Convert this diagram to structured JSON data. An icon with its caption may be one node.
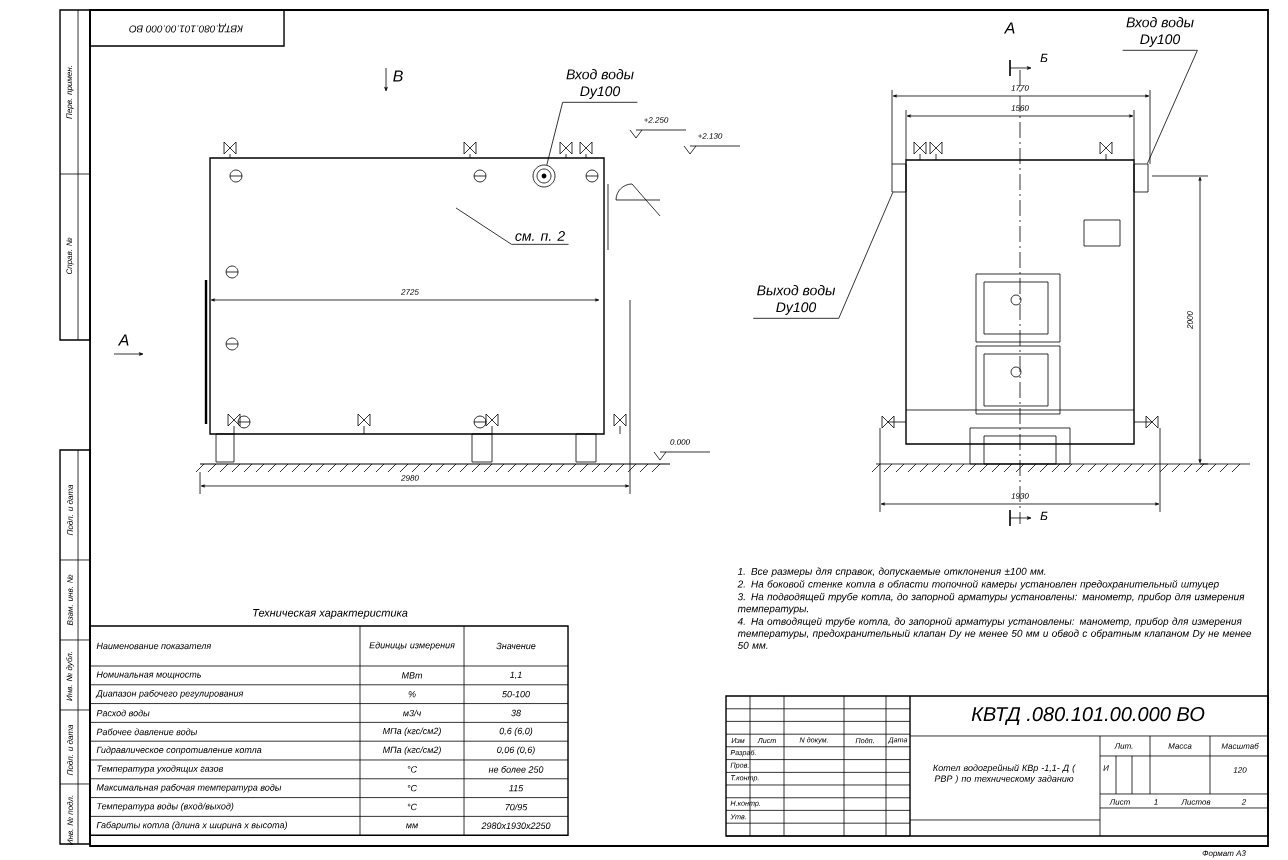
{
  "diagram": {
    "nodes": [
      {
        "text": [
          "Вход воды",
          "Dy100"
        ]
      },
      {
        "text": [
          "см. п. 2"
        ]
      },
      {
        "text": [
          "Выход воды",
          "Dy100"
        ]
      },
      {
        "text": [
          "Вход воды",
          "Dy100"
        ]
      },
      {
        "text": [],
        "shape": "circle"
      },
      {
        "text": [],
        "shape": "box"
      },
      {
        "text": [],
        "shape": "box"
      }
    ],
    "edges": [
      {
        "from": 0,
        "to": 4,
        "arrow": "none"
      },
      {
        "from": 1,
        "to": null,
        "arrow": "none"
      },
      {
        "from": 2,
        "to": 5,
        "arrow": "none"
      },
      {
        "from": 3,
        "to": 6,
        "arrow": "none"
      }
    ],
    "labels": [
      "В",
      "А",
      "+2.250",
      "+2.130",
      "2725",
      "0.000",
      "2980",
      "А",
      "Б",
      "1770",
      "1560",
      "2000",
      "Б",
      "1930",
      "КВТД.080.101.00.000 ВО",
      "Перв. примен.",
      "Справ. №",
      "Подп. и дата",
      "Взам. инв. №",
      "Инв. № дубл.",
      "Подп. и дата",
      "Инв. № подл.",
      "Техническая характеристика",
      "Наименование показателя",
      "Единицы измерения",
      "Значение",
      "Номинальная мощность",
      "МВт",
      "1,1",
      "Диапазон рабочего регулирования",
      "%",
      "50-100",
      "Расход воды",
      "м3/ч",
      "38",
      "Рабочее давление воды",
      "МПа (кгс/см2)",
      "0,6 (6,0)",
      "Гидравлическое сопротивление котла",
      "МПа (кгс/см2)",
      "0,06 (0,6)",
      "Температура уходящих газов",
      "°С",
      "не более 250",
      "Максимальная рабочая температура воды",
      "°С",
      "115",
      "Температура воды (вход/выход)",
      "°С",
      "70/95",
      "Габариты котла (длина х ширина х высота)",
      "мм",
      "2980х1930х2250",
      "1. Все размеры для справок, допускаемые отклонения ±100 мм.",
      "2. На боковой стенке котла в области топочной камеры установлен предохранительный штуцер",
      "3. На подводящей трубе котла, до запорной арматуры установлены: манометр, прибор для измерения температуры.",
      "4. На отводящей трубе котла, до запорной арматуры установлены: манометр, прибор для измерения температуры, предохранительный клапан Dу не менее 50 мм и обвод с обратным клапаном Dу не менее 50 мм.",
      "КВТД .080.101.00.000 ВО",
      "Изм",
      "Лист",
      "N докум.",
      "Подп.",
      "Дата",
      "Разраб.",
      "Пров.",
      "Т.контр.",
      "Н.контр.",
      "Утв.",
      "Котел водогрейный КВр -1,1- Д ( РВР ) по техническому заданию",
      "Лит.",
      "Масса",
      "Масштаб",
      "И",
      "120",
      "Лист",
      "1",
      "Листов",
      "2",
      "Формат А3"
    ]
  }
}
